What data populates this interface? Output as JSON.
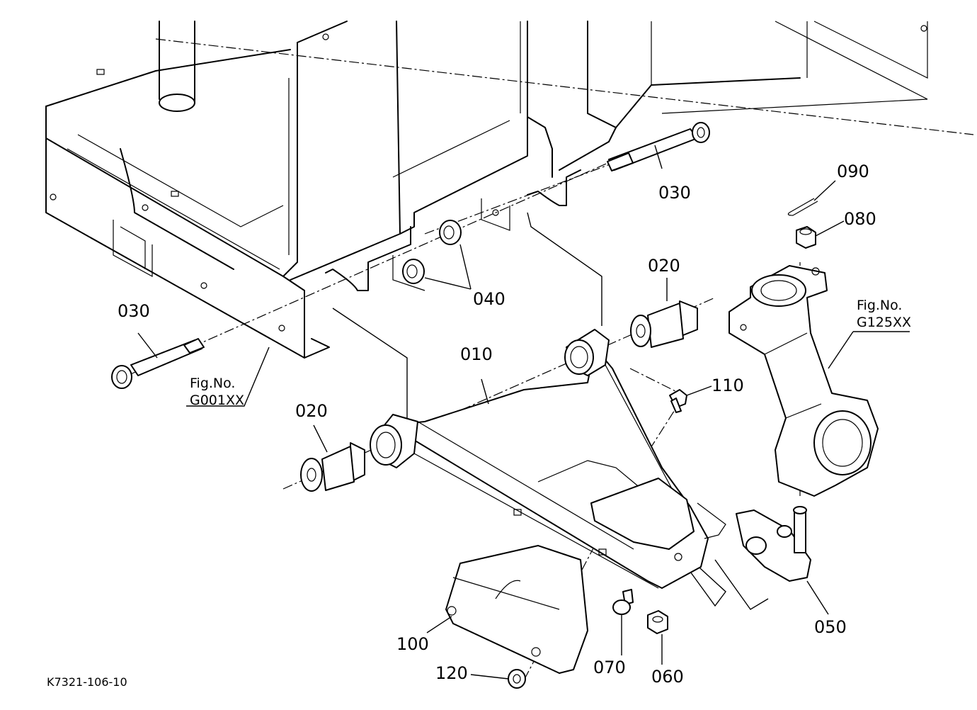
{
  "labels": {
    "p010": "010",
    "p020a": "020",
    "p020b": "020",
    "p030a": "030",
    "p030b": "030",
    "p040": "040",
    "p050": "050",
    "p060": "060",
    "p070": "070",
    "p080": "080",
    "p090": "090",
    "p100": "100",
    "p110": "110",
    "p120": "120"
  },
  "refs": {
    "frame_fig": "Fig.No.",
    "frame_code": "G001XX",
    "knuckle_fig": "Fig.No.",
    "knuckle_code": "G125XX"
  },
  "drawing_code": "K7321-106-10"
}
